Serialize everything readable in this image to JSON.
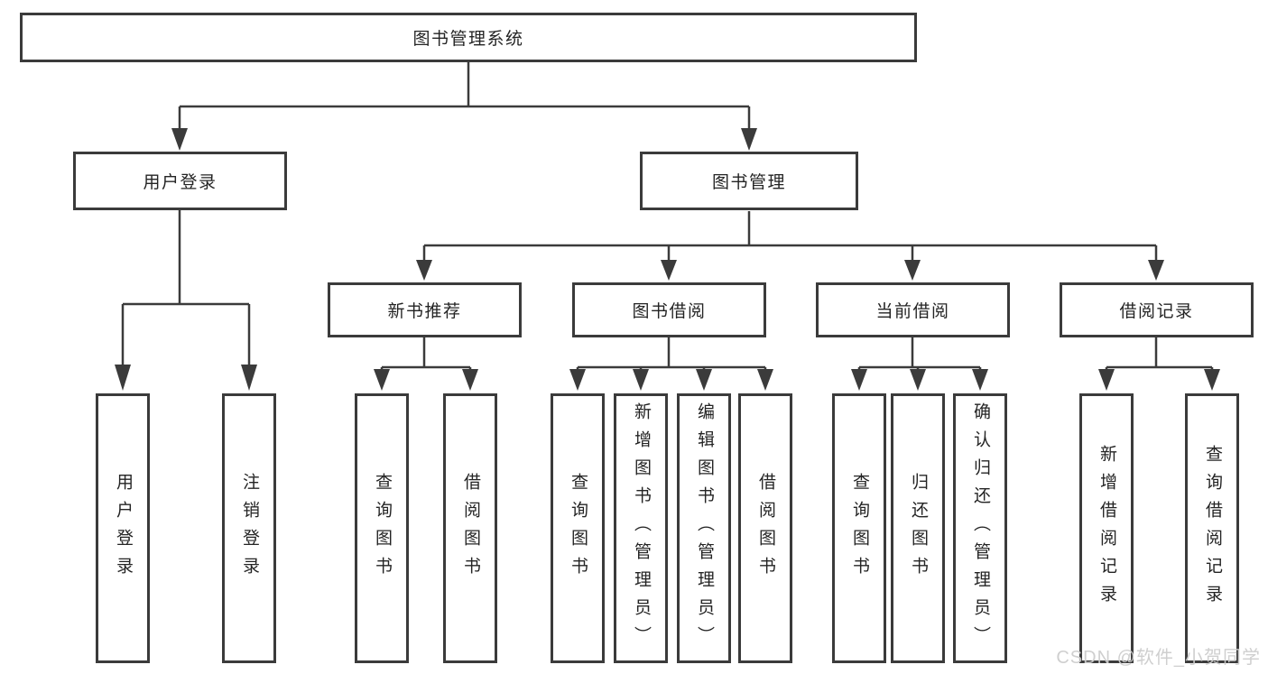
{
  "diagram": {
    "tree": {
      "root": "图书管理系统",
      "branches": [
        {
          "label": "用户登录",
          "children": [
            "用户登录",
            "注销登录"
          ]
        },
        {
          "label": "图书管理",
          "groups": [
            {
              "label": "新书推荐",
              "children": [
                "查询图书",
                "借阅图书"
              ]
            },
            {
              "label": "图书借阅",
              "children": [
                "查询图书",
                "新增图书（管理员）",
                "编辑图书（管理员）",
                "借阅图书"
              ]
            },
            {
              "label": "当前借阅",
              "children": [
                "查询图书",
                "归还图书",
                "确认归还（管理员）"
              ]
            },
            {
              "label": "借阅记录",
              "children": [
                "新增借阅记录",
                "查询借阅记录"
              ]
            }
          ]
        }
      ]
    },
    "watermark": "CSDN @软件_小贺同学",
    "colors": {
      "line": "#3b3b3b",
      "box_border": "#3b3b3b",
      "text": "#242424",
      "background": "#ffffff",
      "watermark": "#cdcdcd"
    }
  }
}
